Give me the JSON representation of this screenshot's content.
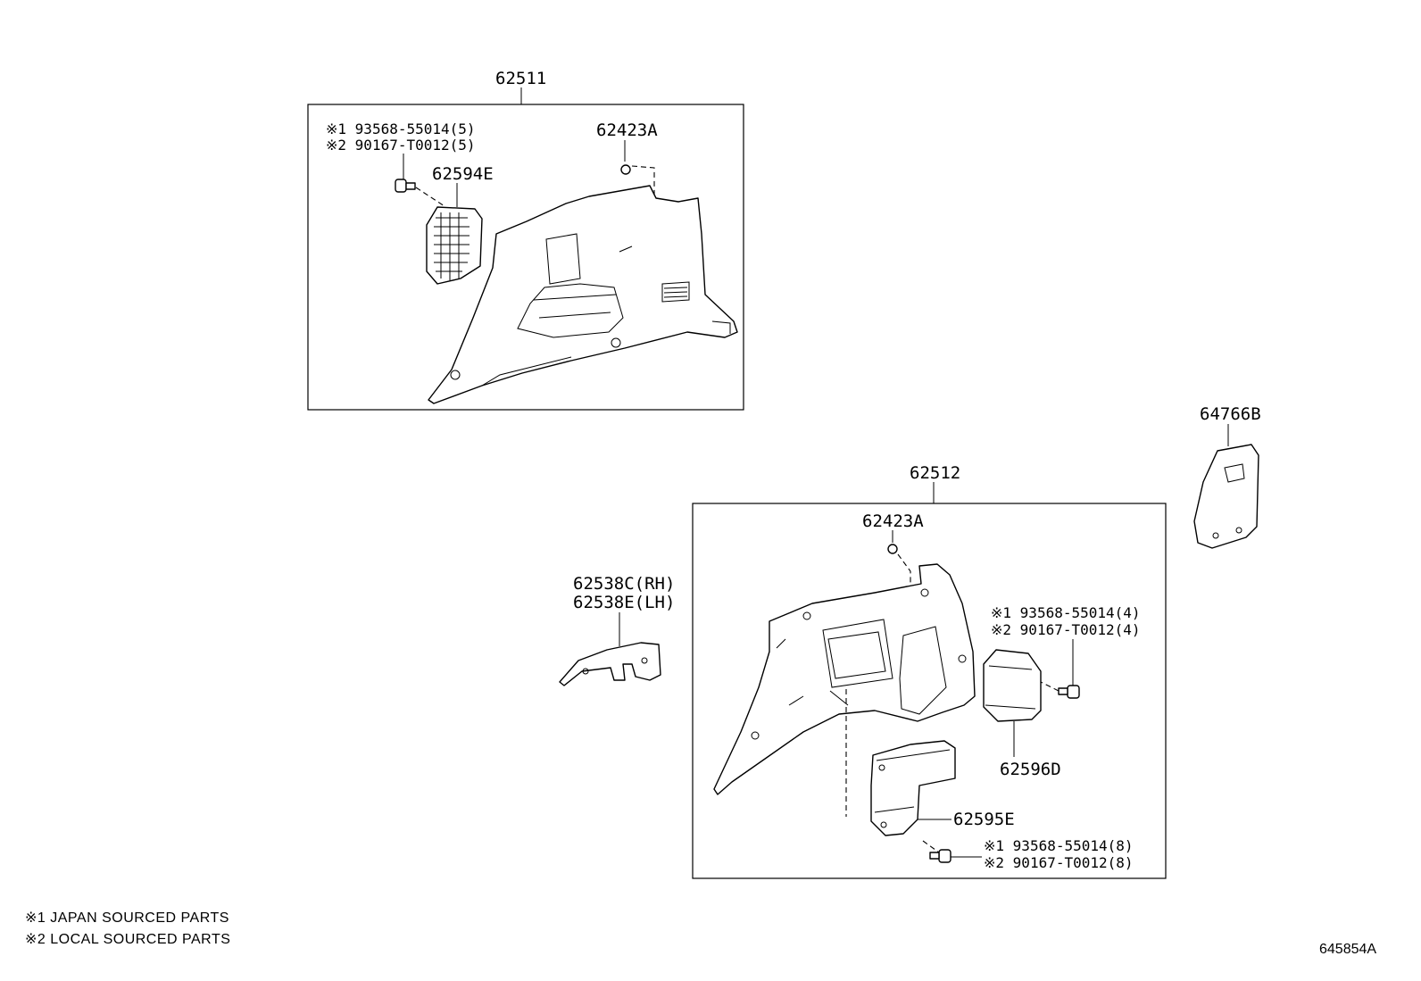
{
  "labels": {
    "p62511": "62511",
    "p62423A_top": "62423A",
    "p62594E": "62594E",
    "p64766B": "64766B",
    "p62512": "62512",
    "p62423A_bottom": "62423A",
    "p62538C": "62538C(RH)",
    "p62538E": "62538E(LH)",
    "p62596D": "62596D",
    "p62595E": "62595E"
  },
  "fasteners": {
    "top_j": "※1 93568-55014(5)",
    "top_l": "※2 90167-T0012(5)",
    "mid_j": "※1 93568-55014(4)",
    "mid_l": "※2 90167-T0012(4)",
    "bot_j": "※1 93568-55014(8)",
    "bot_l": "※2 90167-T0012(8)"
  },
  "notes": {
    "note1": "※1 JAPAN SOURCED PARTS",
    "note2": "※2 LOCAL SOURCED PARTS"
  },
  "diagram_code": "645854A"
}
